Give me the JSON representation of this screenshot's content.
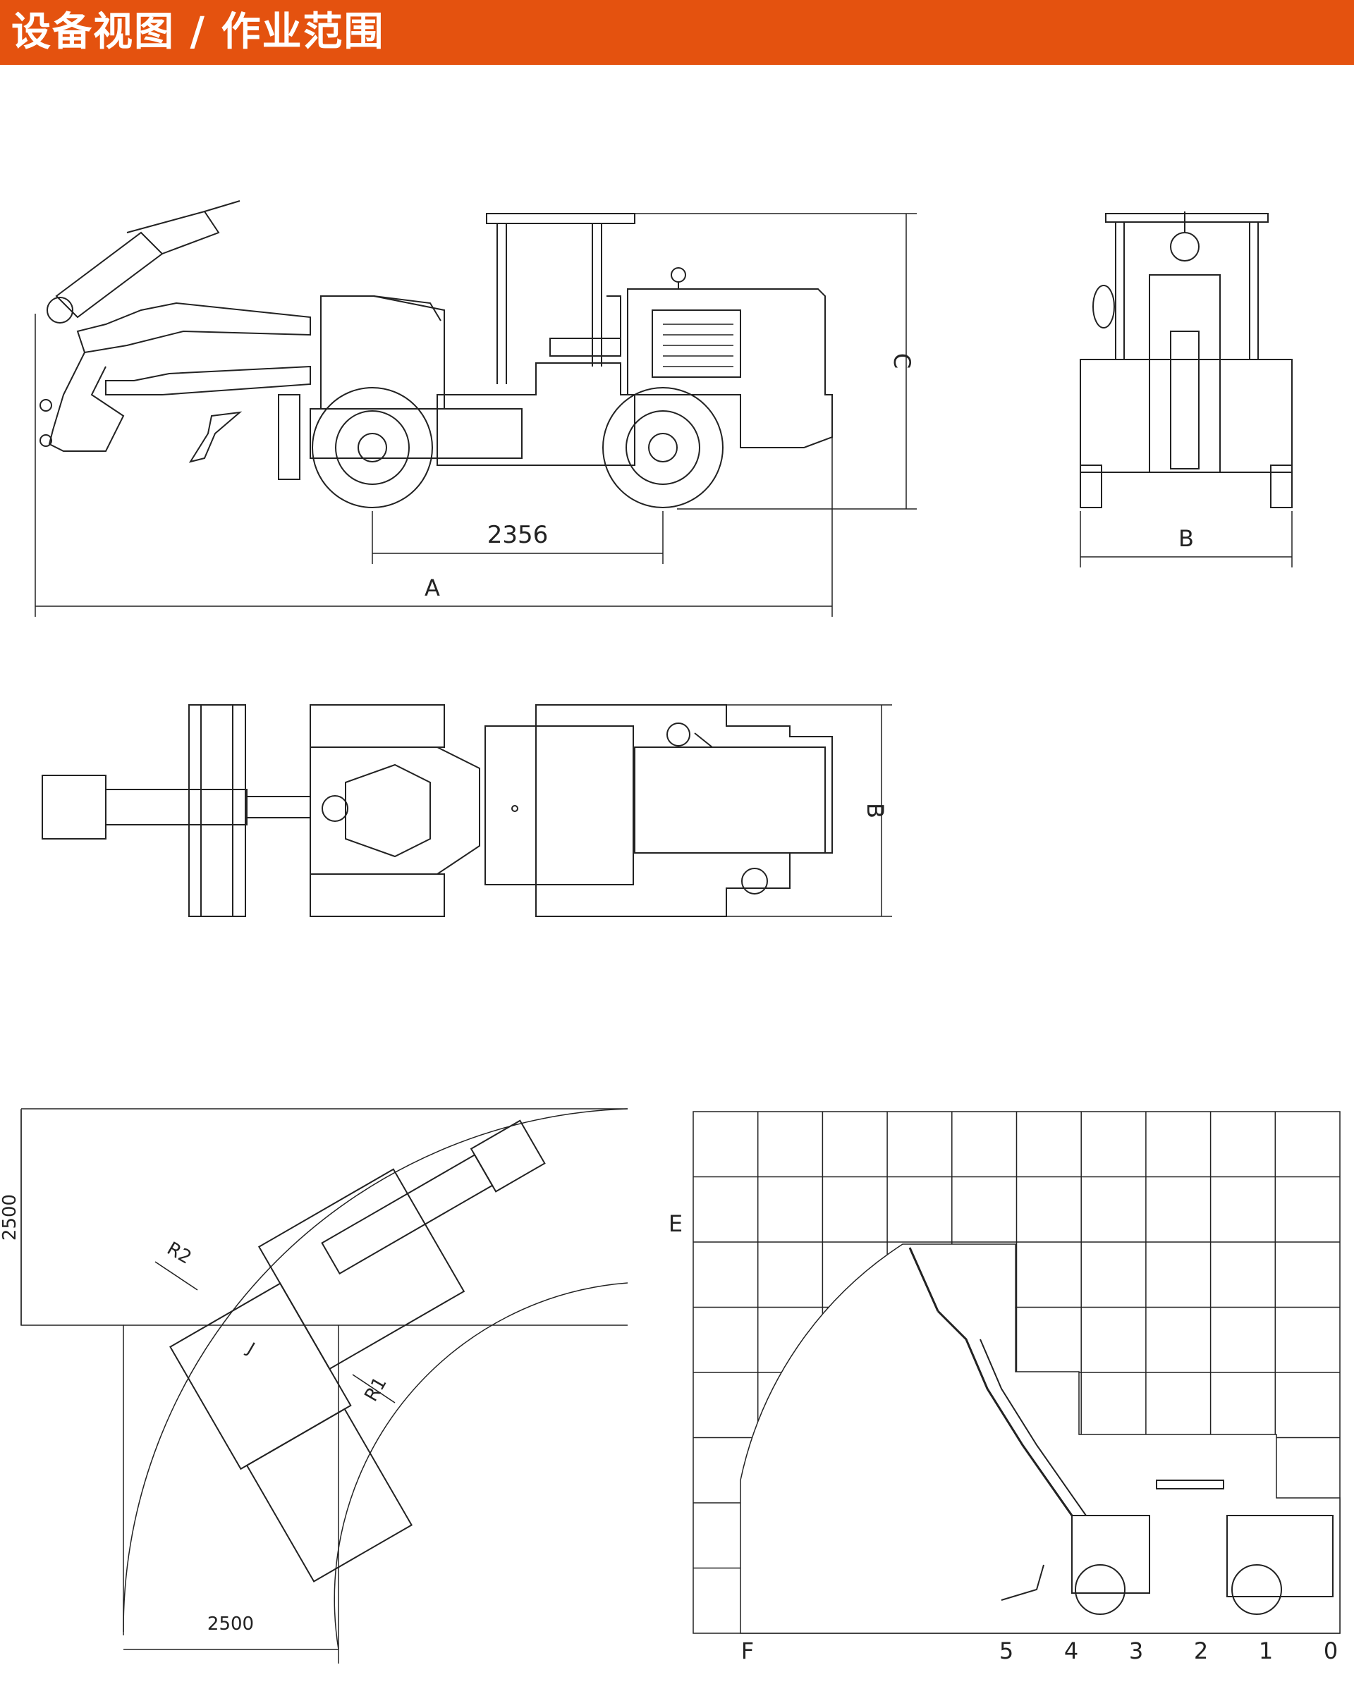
{
  "header": {
    "title": "设备视图 / 作业范围",
    "background_color": "#e4520f",
    "text_color": "#ffffff"
  },
  "side_view": {
    "wheelbase_label": "2356",
    "length_label": "A",
    "height_label": "C"
  },
  "front_view": {
    "width_label": "B"
  },
  "top_view": {
    "width_label": "B"
  },
  "turning_view": {
    "corridor_width_vertical": "2500",
    "corridor_width_horizontal": "2500",
    "outer_radius_label": "R2",
    "inner_radius_label": "R1",
    "angle_label": "J"
  },
  "working_range_view": {
    "height_label": "E",
    "reach_label": "F",
    "scale_ticks": [
      "5",
      "4",
      "3",
      "2",
      "1",
      "0"
    ]
  }
}
